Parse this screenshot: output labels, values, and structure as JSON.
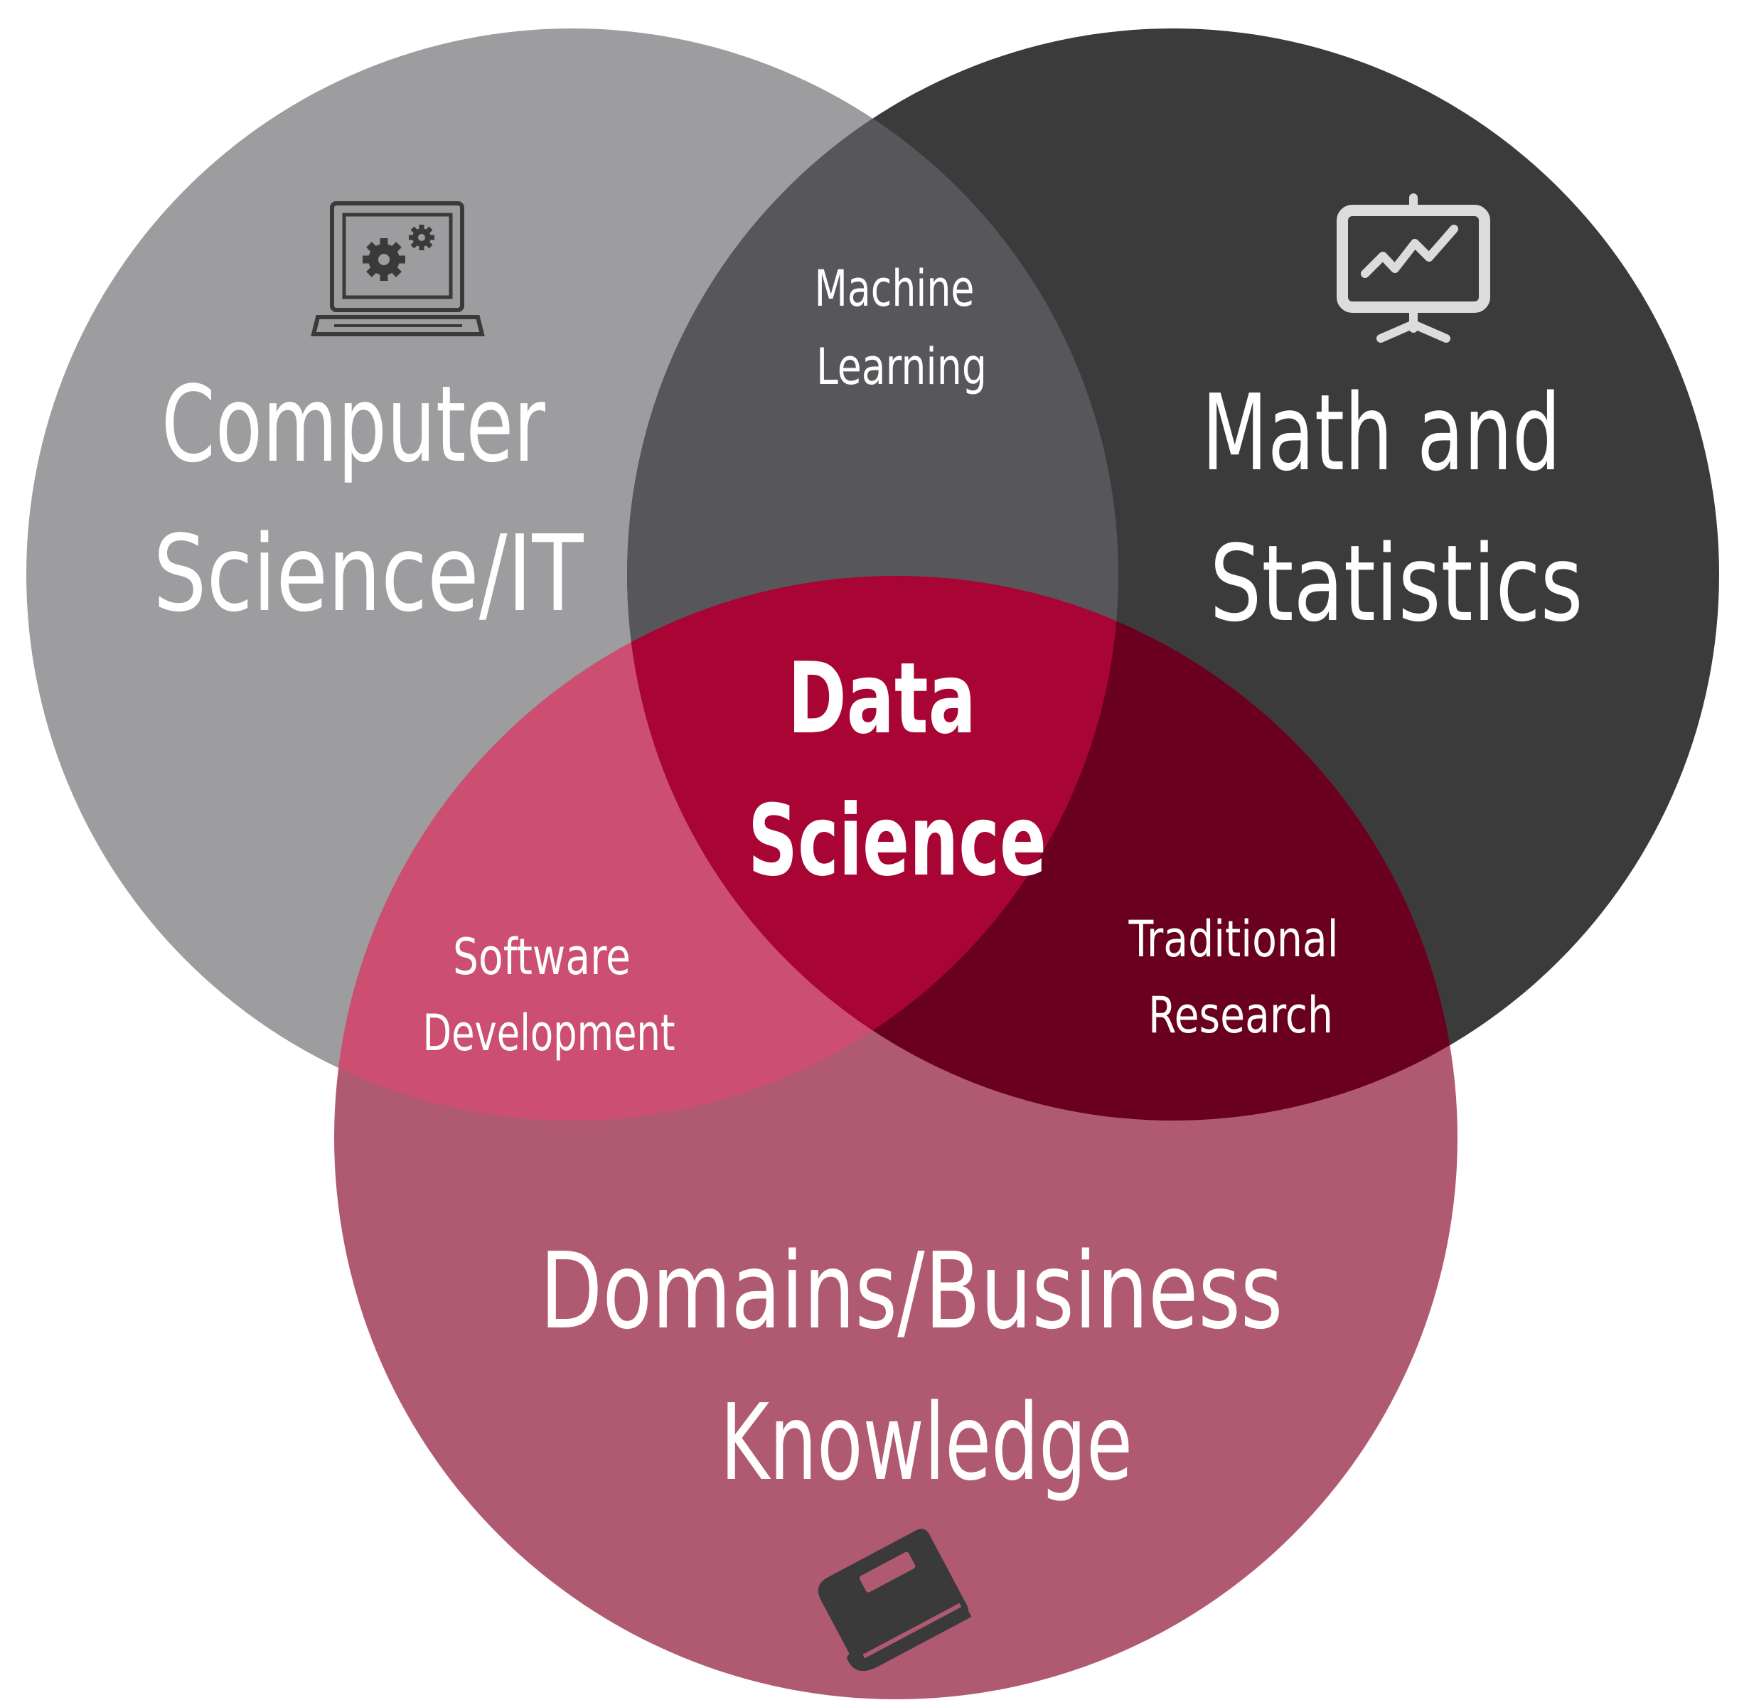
{
  "diagram": {
    "type": "venn",
    "colors": {
      "background": "#ffffff",
      "computer_science": "#9d9d9f",
      "math_statistics": "#3b3b3b",
      "domains_business": "#b05a72",
      "machine_learning": "#57575b",
      "software_development": "#cc4e71",
      "traditional_research": "#6a0020",
      "data_science": "#a80534",
      "label": "#ffffff",
      "icon_light": "#dcdcdc",
      "icon_dark": "#3a3a3a"
    },
    "sets": [
      {
        "id": "computer_science",
        "label_lines": [
          "Computer",
          "Science/IT"
        ],
        "icon": "laptop-gears-icon"
      },
      {
        "id": "math_statistics",
        "label_lines": [
          "Math and",
          "Statistics"
        ],
        "icon": "presentation-chart-icon"
      },
      {
        "id": "domains_business",
        "label_lines": [
          "Domains/Business",
          "Knowledge"
        ],
        "icon": "book-icon"
      }
    ],
    "intersections": [
      {
        "id": "machine_learning",
        "sets": [
          "computer_science",
          "math_statistics"
        ],
        "label_lines": [
          "Machine",
          "Learning"
        ]
      },
      {
        "id": "software_development",
        "sets": [
          "computer_science",
          "domains_business"
        ],
        "label_lines": [
          "Software",
          "Development"
        ]
      },
      {
        "id": "traditional_research",
        "sets": [
          "math_statistics",
          "domains_business"
        ],
        "label_lines": [
          "Traditional",
          "Research"
        ]
      },
      {
        "id": "data_science",
        "sets": [
          "computer_science",
          "math_statistics",
          "domains_business"
        ],
        "label_lines": [
          "Data",
          "Science"
        ]
      }
    ]
  }
}
